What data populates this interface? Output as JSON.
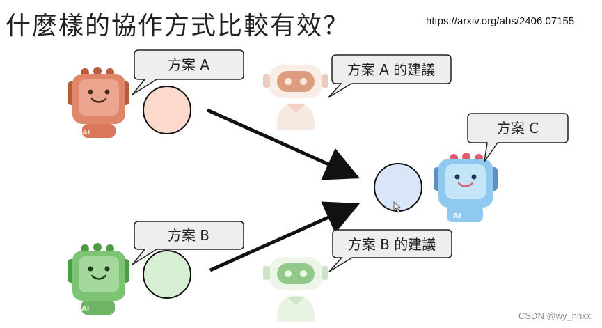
{
  "title": "什麼樣的協作方式比較有效？",
  "url": "https://arxiv.org/abs/2406.07155",
  "watermark": "CSDN @wy_hhxx",
  "bubbles": {
    "plan_a": "方案 A",
    "plan_b": "方案 B",
    "plan_c": "方案 C",
    "advice_a": "方案 A 的建議",
    "advice_b": "方案 B 的建議"
  },
  "robot_badge": "AI",
  "colors": {
    "orange_robot": "#e0876a",
    "green_robot": "#7cc373",
    "blue_robot": "#8fc9ef",
    "circle_a_fill": "#fbd9cd",
    "circle_b_fill": "#d7f0d3",
    "circle_c_fill": "#d8e6f7"
  },
  "icons": [
    "robot-orange-icon",
    "robot-green-icon",
    "robot-blue-icon",
    "assistant-robot-orange-icon",
    "assistant-robot-green-icon",
    "arrow-icon"
  ]
}
